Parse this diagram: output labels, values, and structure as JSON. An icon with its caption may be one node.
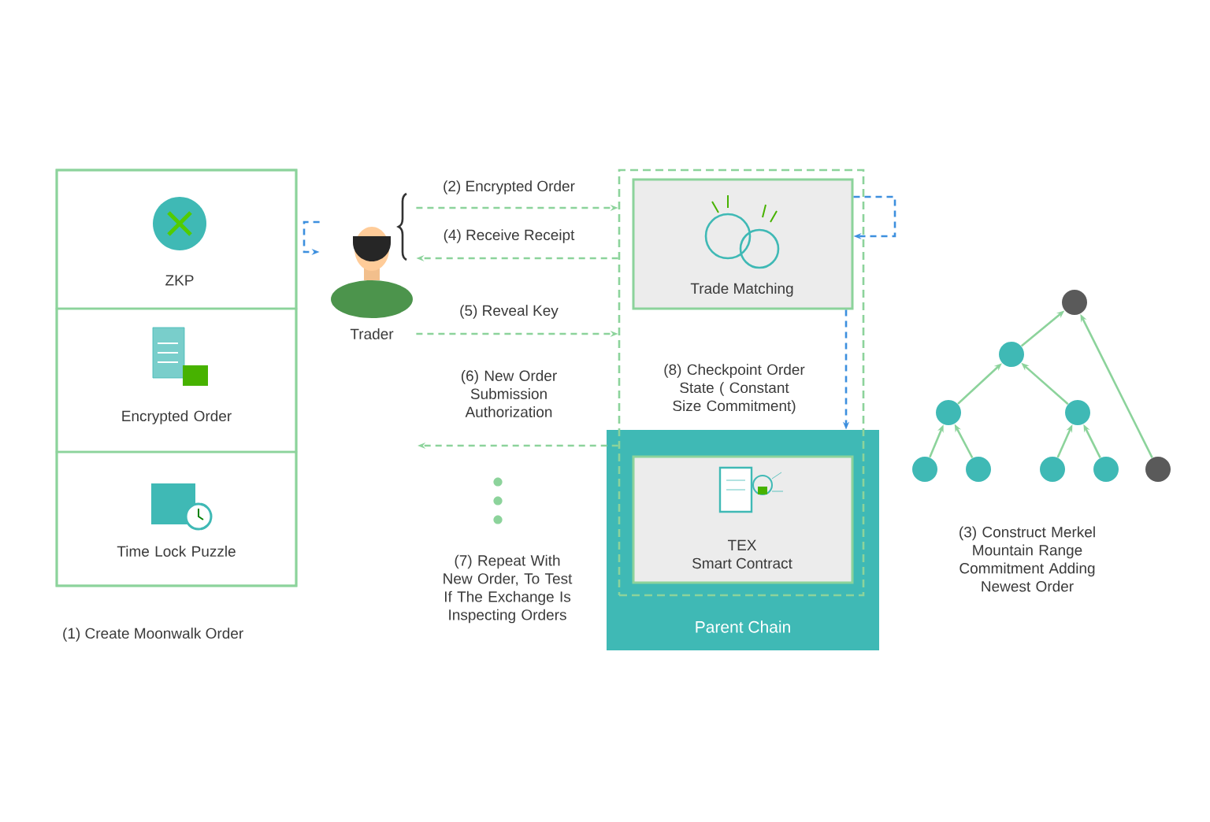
{
  "diagram": {
    "nodes": [
      {
        "text": [
          "(1) Create Moonwalk Order"
        ]
      },
      {
        "text": [
          "ZKP"
        ],
        "in": 0
      },
      {
        "text": [
          "Encrypted Order"
        ],
        "in": 0
      },
      {
        "text": [
          "Time Lock Puzzle"
        ],
        "in": 0
      },
      {
        "text": [
          "Trader"
        ]
      },
      {
        "text": [],
        "shape": "box"
      },
      {
        "text": [
          "Trade Matching"
        ],
        "in": 5
      },
      {
        "text": [
          "Parent Chain"
        ]
      },
      {
        "text": [
          "TEX",
          "Smart Contract"
        ]
      },
      {
        "text": [],
        "shape": "circle"
      },
      {
        "text": [],
        "shape": "circle"
      },
      {
        "text": [],
        "shape": "circle"
      },
      {
        "text": [],
        "shape": "circle"
      },
      {
        "text": [],
        "shape": "circle"
      },
      {
        "text": [],
        "shape": "circle"
      },
      {
        "text": [],
        "shape": "circle"
      },
      {
        "text": [],
        "shape": "circle"
      },
      {
        "text": [],
        "shape": "circle"
      }
    ],
    "edges": [
      {
        "from": 4,
        "to": 4,
        "arrow": "to",
        "style": "dashed",
        "color": "#3c8fde"
      },
      {
        "from": 4,
        "to": 5,
        "arrow": "to",
        "label": "(2) Encrypted Order",
        "style": "dashed"
      },
      {
        "from": 5,
        "to": 4,
        "arrow": "to",
        "label": "(4) Receive Receipt",
        "style": "dashed"
      },
      {
        "from": 4,
        "to": 5,
        "arrow": "to",
        "label": "(5) Reveal Key",
        "style": "dashed"
      },
      {
        "from": 5,
        "to": null,
        "arrow": "to",
        "label": "(6) New Order Submission Authorization",
        "style": "dashed"
      },
      {
        "from": 6,
        "to": 6,
        "arrow": "to",
        "style": "dashed",
        "color": "#3c8fde"
      },
      {
        "from": 6,
        "to": 7,
        "arrow": "to",
        "label": "(8) Checkpoint Order State ( Constant Size Commitment)",
        "style": "dashed",
        "color": "#3c8fde"
      },
      {
        "from": 13,
        "to": 11,
        "arrow": "to"
      },
      {
        "from": 14,
        "to": 11,
        "arrow": "to"
      },
      {
        "from": 15,
        "to": 12,
        "arrow": "to"
      },
      {
        "from": 16,
        "to": 12,
        "arrow": "to"
      },
      {
        "from": 11,
        "to": 10,
        "arrow": "to"
      },
      {
        "from": 12,
        "to": 10,
        "arrow": "to"
      },
      {
        "from": 10,
        "to": 9,
        "arrow": "to"
      },
      {
        "from": 17,
        "to": 9,
        "arrow": "to"
      }
    ],
    "labels": [
      "(7) Repeat With New Order, To Test If The Exchange Is Inspecting Orders",
      "(3) Construct Merkel Mountain Range Commitment Adding Newest Order"
    ]
  }
}
